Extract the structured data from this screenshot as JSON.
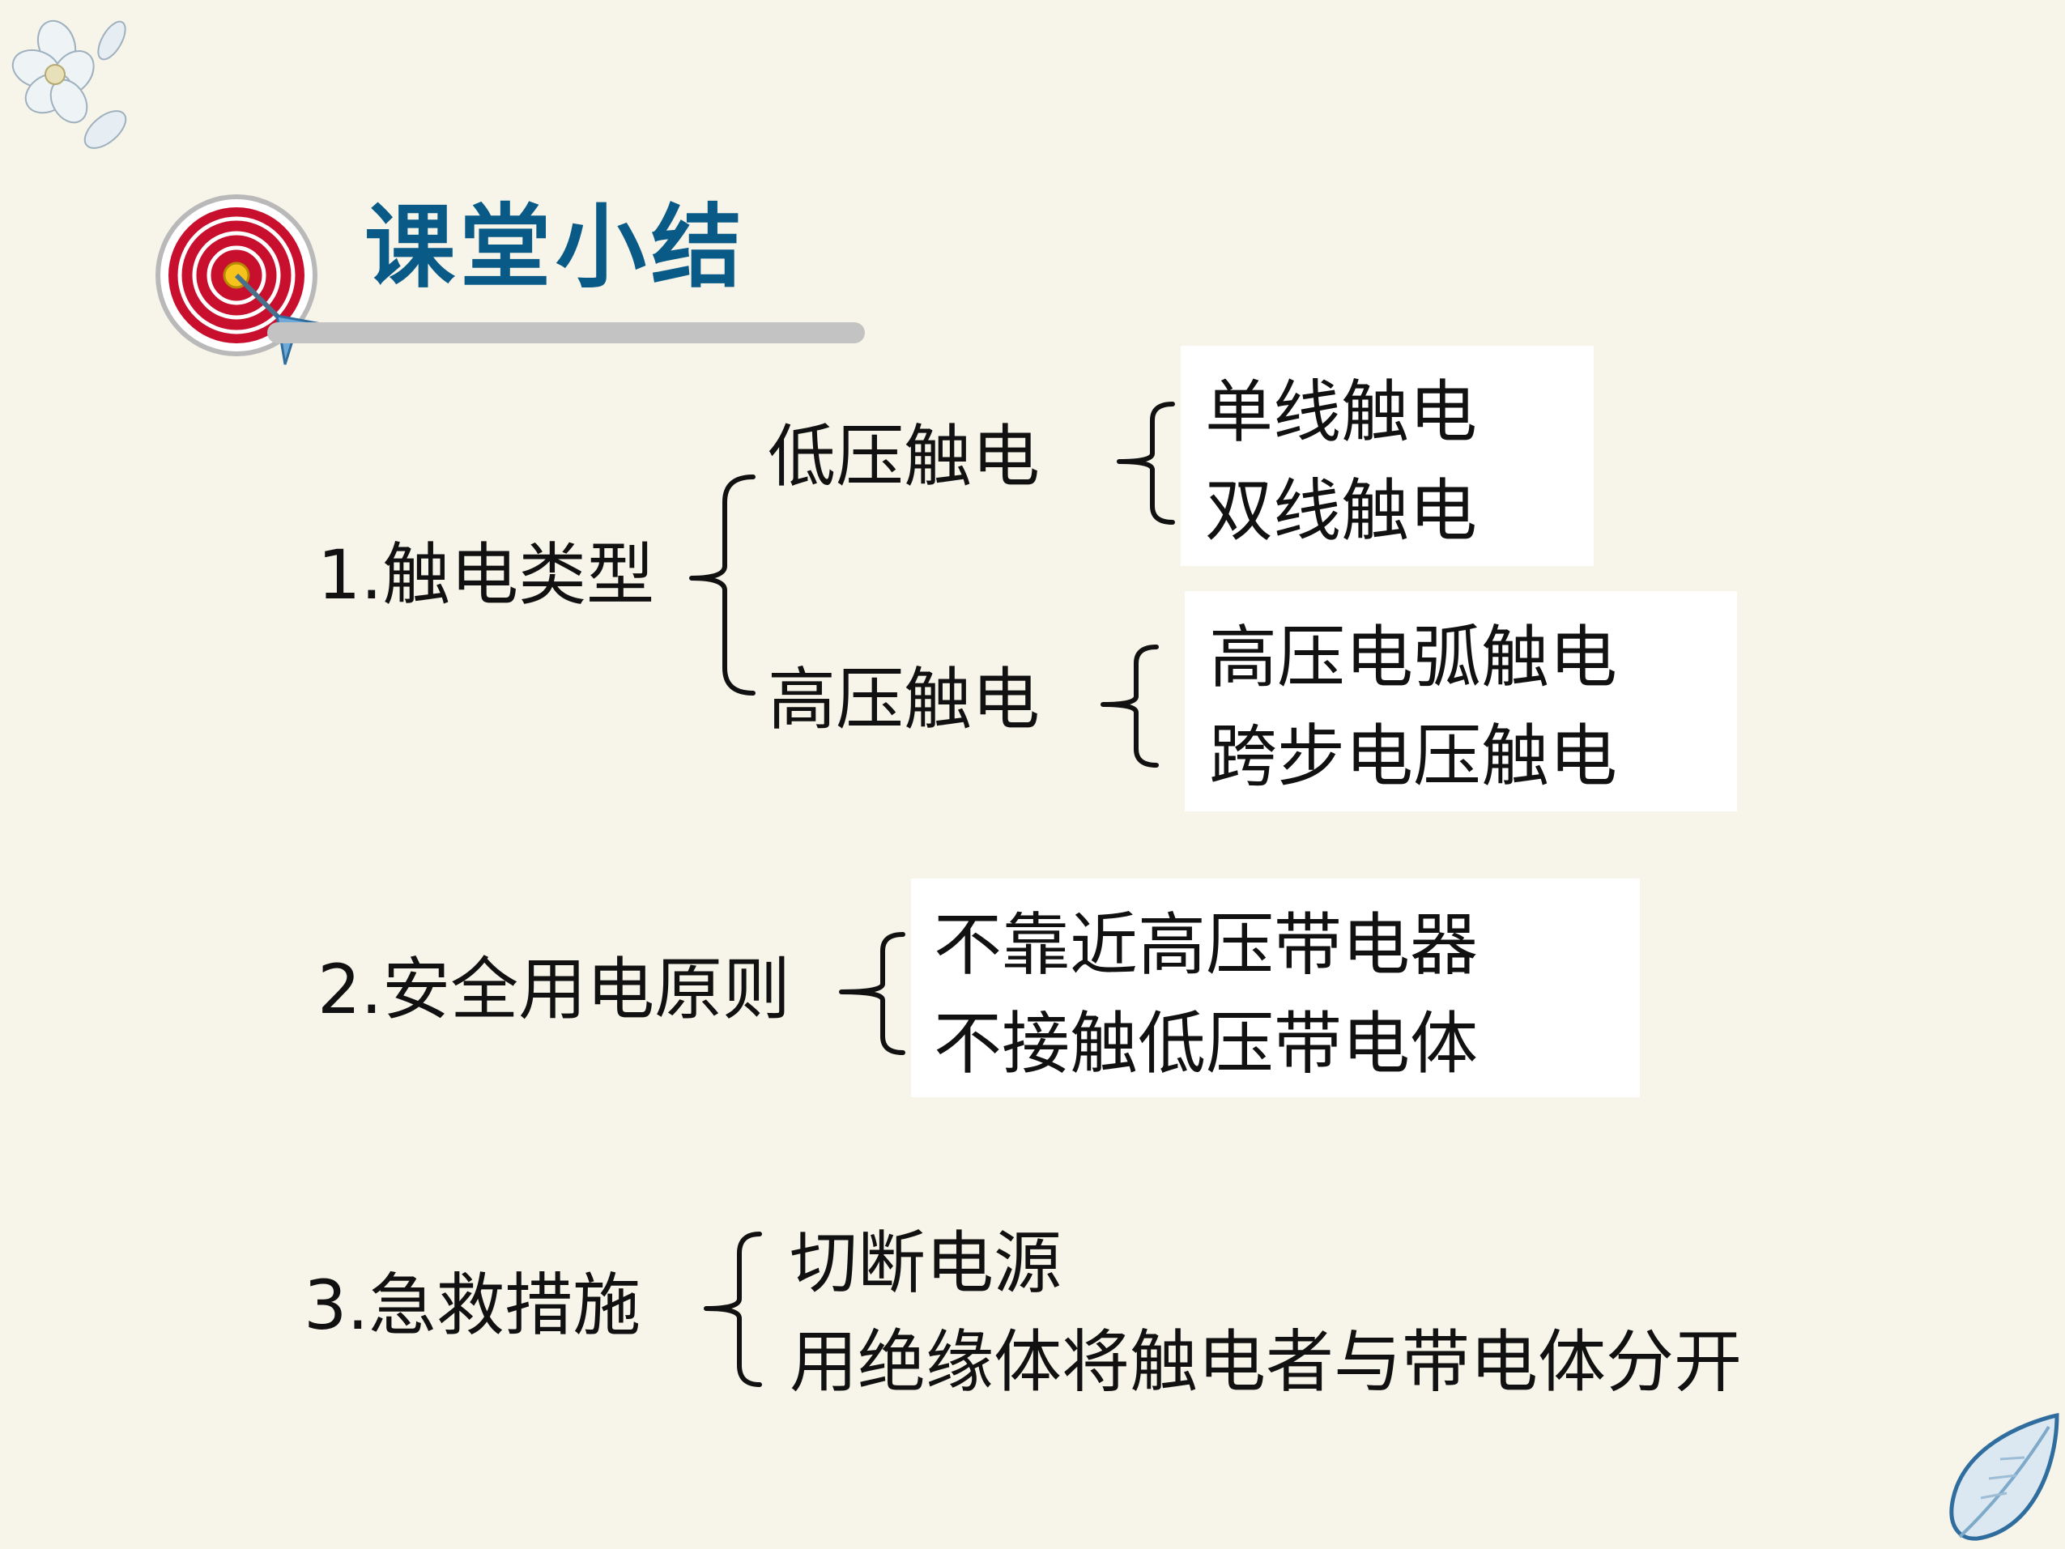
{
  "header": {
    "title": "课堂小结"
  },
  "section1": {
    "label": "1.触电类型",
    "low": {
      "label": "低压触电",
      "items": [
        "单线触电",
        "双线触电"
      ]
    },
    "high": {
      "label": "高压触电",
      "items": [
        "高压电弧触电",
        "跨步电压触电"
      ]
    }
  },
  "section2": {
    "label": "2.安全用电原则",
    "items": [
      "不靠近高压带电器",
      "不接触低压带电体"
    ]
  },
  "section3": {
    "label": "3.急救措施",
    "items": [
      "切断电源",
      "用绝缘体将触电者与带电体分开"
    ]
  },
  "colors": {
    "background": "#f7f5e9",
    "title": "#0a5a87",
    "target_red": "#c8102e"
  }
}
